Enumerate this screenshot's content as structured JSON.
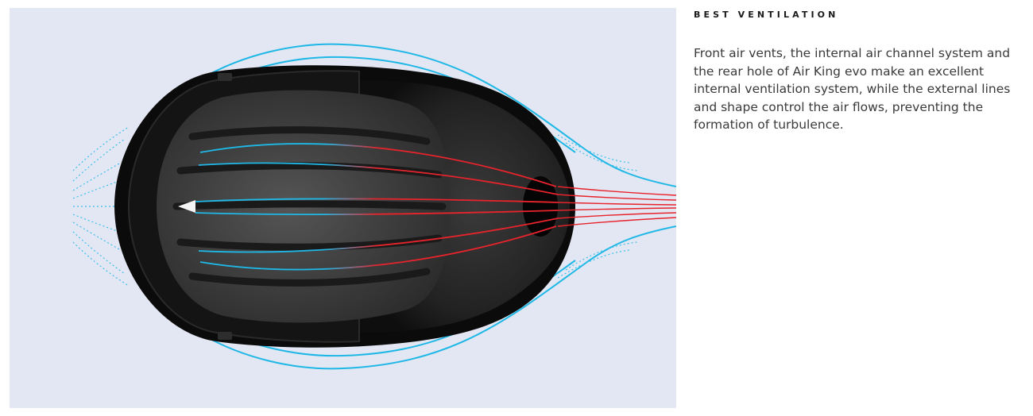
{
  "section": {
    "heading": "BEST VENTILATION",
    "paragraph": "Front air vents, the internal air channel system and the rear hole of Air King evo make an excellent internal ventilation system, while the external lines and shape control the air flows, preventing the formation of turbulence."
  },
  "figure": {
    "subject": "helmet-top-view-airflow",
    "colors": {
      "background": "#e3e7f3",
      "external_flow": "#1fb8e6",
      "internal_flow_front": "#1fb8e6",
      "internal_flow_rear": "#e8232b",
      "helmet_shell": "#0d0d0d",
      "helmet_tail": "#2b2b2b",
      "padding": "#4a4a4a"
    }
  }
}
